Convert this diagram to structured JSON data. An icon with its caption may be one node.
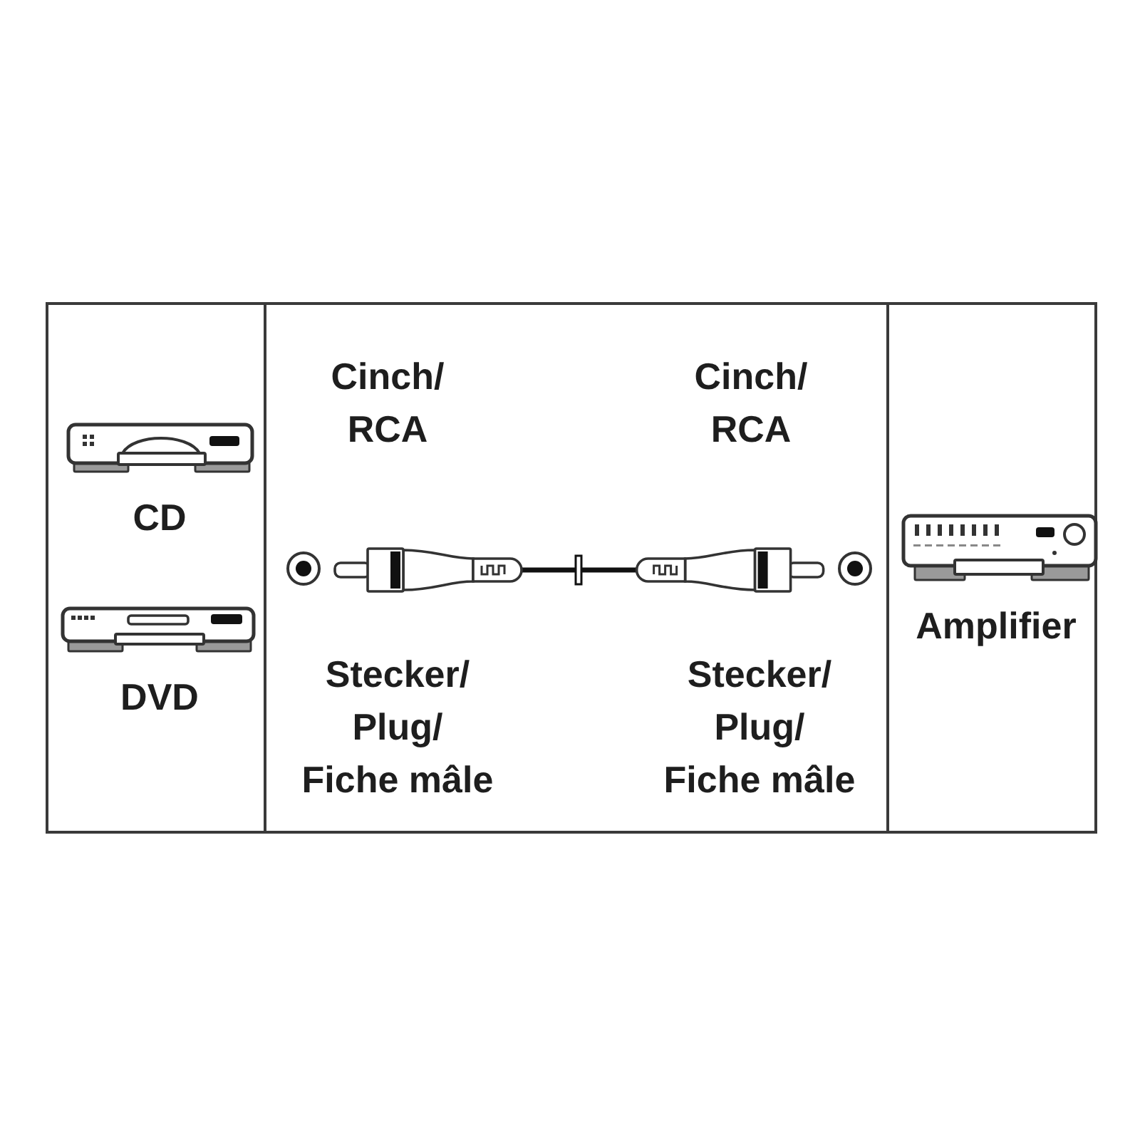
{
  "diagram": {
    "nodes": [
      {
        "text": [
          "CD",
          "DVD"
        ]
      },
      {
        "text": [
          "Cinch/ RCA",
          "Cinch/ RCA",
          "Stecker/ Plug/ Fiche mâle",
          "Stecker/ Plug/ Fiche mâle"
        ]
      },
      {
        "text": [
          "Amplifier"
        ]
      }
    ]
  }
}
